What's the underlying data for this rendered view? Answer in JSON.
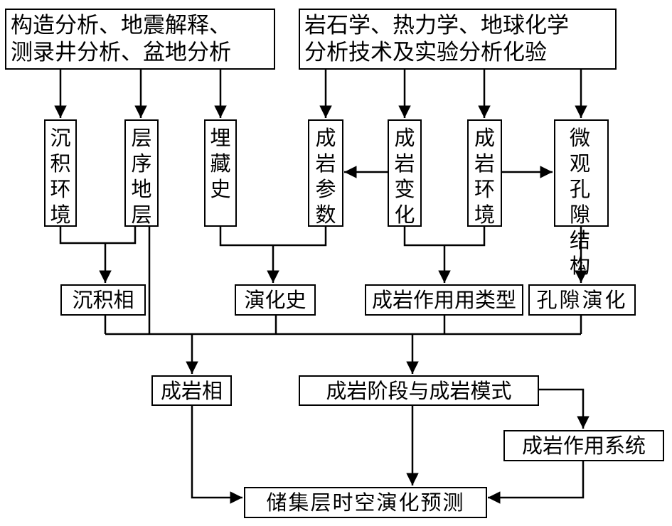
{
  "sources": {
    "left": [
      "构造分析、地震解释、",
      "测录井分析、盆地分析"
    ],
    "right": [
      "岩石学、热力学、地球化学",
      "分析技术及实验分析化验"
    ]
  },
  "factors": {
    "sed_env": "沉积环境",
    "sequence": "层序地层",
    "burial": "埋藏史",
    "diag_params": "成岩参数",
    "diag_change": "成岩变化",
    "diag_env": "成岩环境",
    "micro_pore": "微观孔隙结构"
  },
  "intermediate": {
    "sed_facies": "沉积相",
    "evolution": "演化史",
    "diag_type": "成岩作用用类型",
    "pore_evol": "孔隙演化"
  },
  "results": {
    "diag_facies": "成岩相",
    "diag_stage": "成岩阶段与成岩模式",
    "diag_system": "成岩作用系统",
    "prediction": "储集层时空演化预测"
  }
}
